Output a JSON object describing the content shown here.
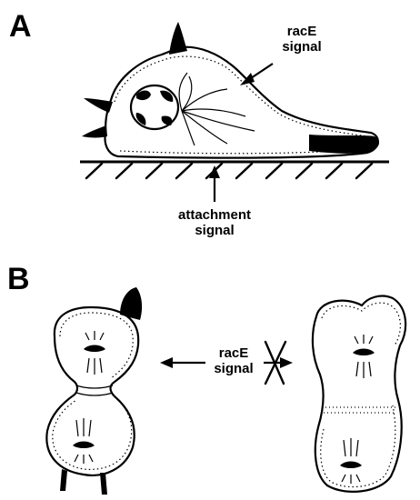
{
  "panel_a": {
    "letter": "A",
    "racE_label": [
      "racE",
      "signal"
    ],
    "attachment_label": [
      "attachment",
      "signal"
    ]
  },
  "panel_b": {
    "letter": "B",
    "racE_label": [
      "racE",
      "signal"
    ]
  },
  "colors": {
    "ink": "#000000",
    "background": "#ffffff"
  }
}
